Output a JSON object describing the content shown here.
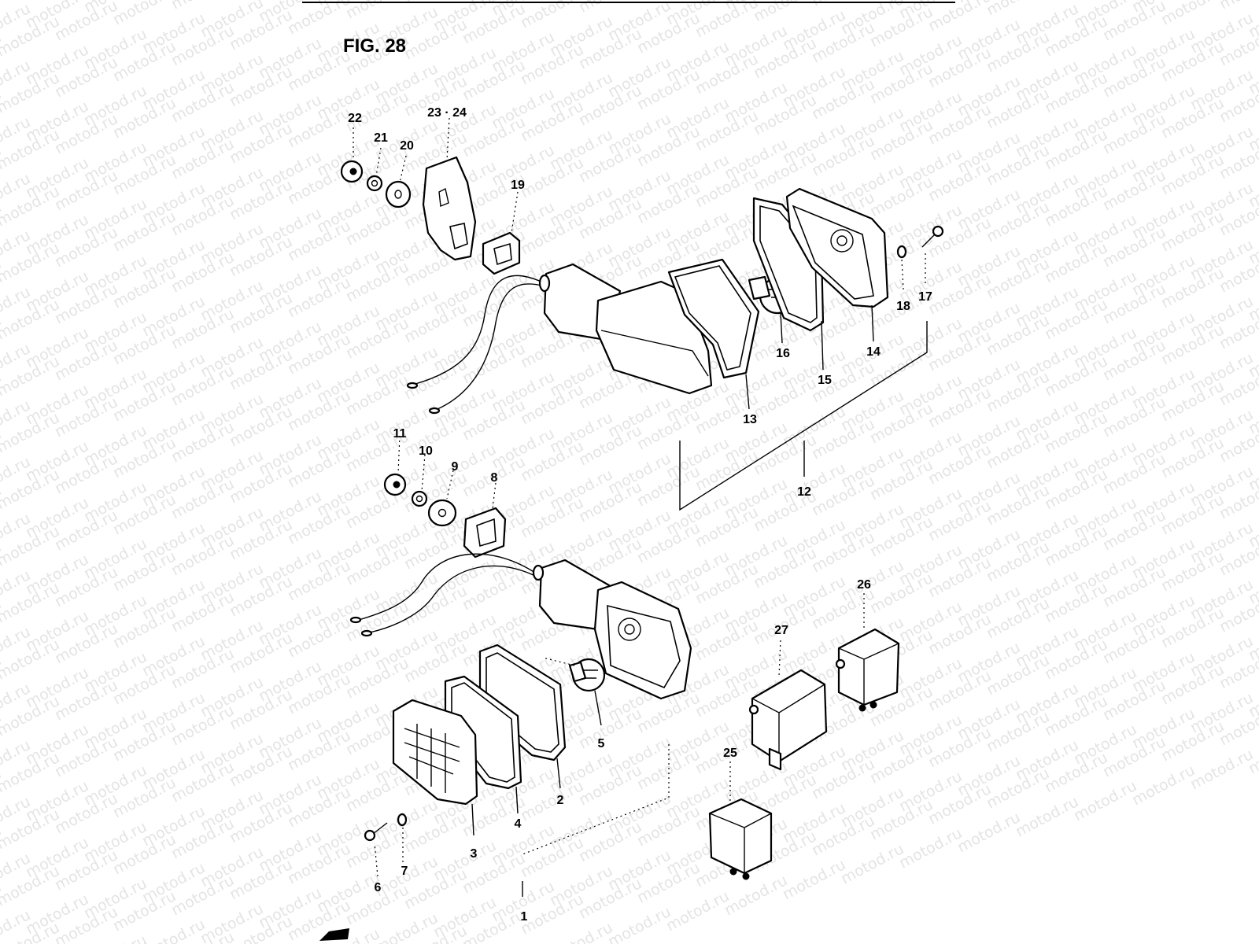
{
  "figure": {
    "title": "FIG. 28"
  },
  "watermark": {
    "text": "motod.ru"
  },
  "callouts": {
    "c1": "1",
    "c2": "2",
    "c3": "3",
    "c4": "4",
    "c5": "5",
    "c6": "6",
    "c7": "7",
    "c8": "8",
    "c9": "9",
    "c10": "10",
    "c11": "11",
    "c12": "12",
    "c13": "13",
    "c14": "14",
    "c15": "15",
    "c16": "16",
    "c17": "17",
    "c18": "18",
    "c19": "19",
    "c20": "20",
    "c21": "21",
    "c22": "22",
    "c23_24": "23 · 24",
    "c25": "25",
    "c26": "26",
    "c27": "27"
  }
}
